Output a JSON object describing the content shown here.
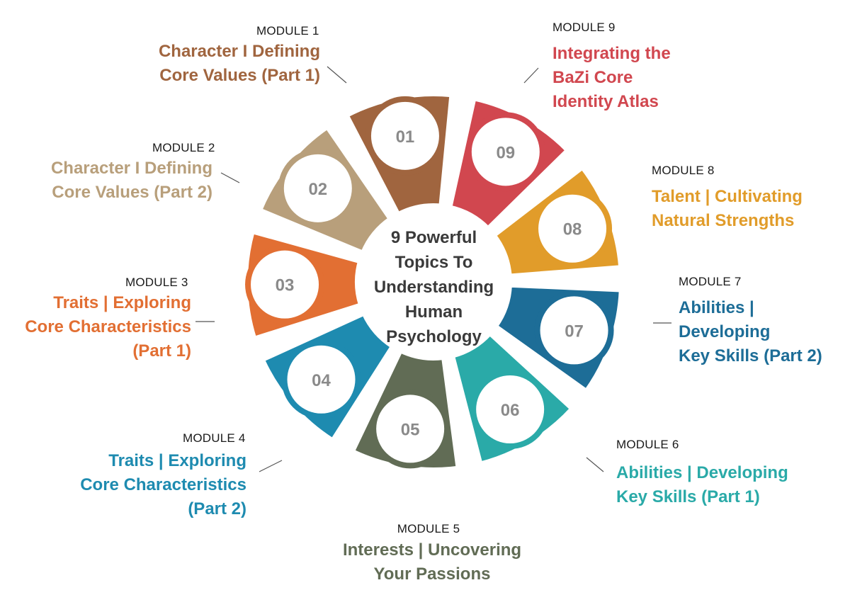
{
  "center": {
    "title": "9 Powerful\nTopics To\nUnderstanding\nHuman\nPsychology"
  },
  "modules": [
    {
      "number": "01",
      "tag": "MODULE 1",
      "title": "Character I Defining\nCore Values (Part 1)",
      "color": "#a0653f"
    },
    {
      "number": "02",
      "tag": "MODULE 2",
      "title": "Character I Defining\nCore Values (Part 2)",
      "color": "#b89f7b"
    },
    {
      "number": "03",
      "tag": "MODULE 3",
      "title": "Traits | Exploring\nCore Characteristics\n(Part 1)",
      "color": "#e26f33"
    },
    {
      "number": "04",
      "tag": "MODULE 4",
      "title": "Traits | Exploring\nCore Characteristics\n(Part 2)",
      "color": "#1e8bb0"
    },
    {
      "number": "05",
      "tag": "MODULE 5",
      "title": "Interests | Uncovering\nYour Passions",
      "color": "#616c55"
    },
    {
      "number": "06",
      "tag": "MODULE 6",
      "title": "Abilities | Developing\nKey Skills  (Part 1)",
      "color": "#2aaaa8"
    },
    {
      "number": "07",
      "tag": "MODULE 7",
      "title": "Abilities |\nDeveloping\nKey Skills  (Part 2)",
      "color": "#1d6d97"
    },
    {
      "number": "08",
      "tag": "MODULE 8",
      "title": "Talent | Cultivating\nNatural Strengths",
      "color": "#e19c2a"
    },
    {
      "number": "09",
      "tag": "MODULE 9",
      "title": "Integrating the\nBaZi Core\nIdentity Atlas",
      "color": "#d1474f"
    }
  ]
}
